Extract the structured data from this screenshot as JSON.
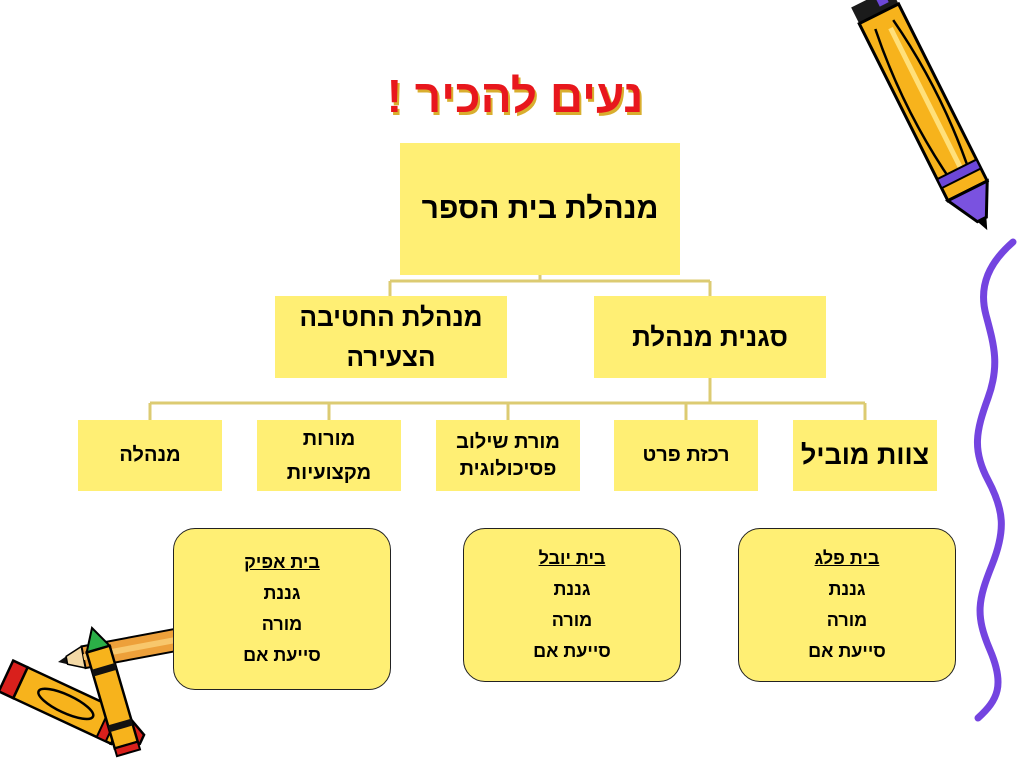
{
  "slide": {
    "title": "נעים להכיר !"
  },
  "org_chart": {
    "head": "מנהלת בית הספר",
    "second_level": {
      "deputy": "סגנית מנהלת",
      "young_division_head": "מנהלת החטיבה הצעירה"
    },
    "third_level": [
      "צוות מוביל",
      "רכזת פרט",
      "מורת שילוב פסיכולוגית",
      "מורות מקצועיות",
      "מנהלה"
    ]
  },
  "houses": [
    {
      "name": "בית פלג",
      "roles": [
        "גננת",
        "מורה",
        "סייעת אם"
      ]
    },
    {
      "name": "בית יובל",
      "roles": [
        "גננת",
        "מורה",
        "סייעת אם"
      ]
    },
    {
      "name": "בית אפיק",
      "roles": [
        "גננת",
        "מורה",
        "סייעת אם"
      ]
    }
  ],
  "colors": {
    "title": "#E8171D",
    "box_fill": "#FFEF74",
    "connector": "#DCCB72",
    "house_border": "#222222",
    "pencil_body": "#F7B31C",
    "accent_purple": "#7444E0"
  },
  "decorations": [
    "pencil-icon",
    "crayon-icon",
    "squiggle-icon"
  ]
}
